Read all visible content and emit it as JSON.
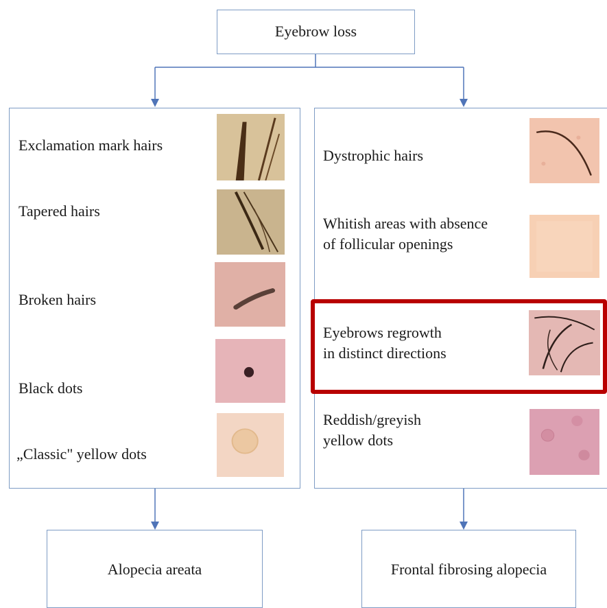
{
  "top": {
    "label": "Eyebrow loss"
  },
  "left_panel": {
    "items": [
      {
        "label": "Exclamation mark hairs",
        "thumb": "exclamation-mark-hair-photo"
      },
      {
        "label": "Tapered hairs",
        "thumb": "tapered-hair-photo"
      },
      {
        "label": "Broken hairs",
        "thumb": "broken-hair-photo"
      },
      {
        "label": "Black dots",
        "thumb": "black-dot-photo"
      },
      {
        "label": "„Classic\" yellow dots",
        "thumb": "yellow-dot-photo"
      }
    ]
  },
  "right_panel": {
    "items": [
      {
        "label": "Dystrophic hairs",
        "thumb": "dystrophic-hair-photo"
      },
      {
        "label_lines": [
          "Whitish areas with absence",
          "of follicular openings"
        ],
        "thumb": "whitish-area-photo"
      },
      {
        "label_lines": [
          "Eyebrows regrowth",
          "in distinct directions"
        ],
        "thumb": "regrowth-photo",
        "highlighted": true
      },
      {
        "label_lines": [
          "Reddish/greyish",
          "yellow dots"
        ],
        "thumb": "reddish-dot-photo"
      }
    ]
  },
  "outcomes": {
    "left": "Alopecia areata",
    "right": "Frontal fibrosing alopecia"
  },
  "colors": {
    "box_border": "#7d9bc4",
    "arrow": "#4f74b8",
    "highlight": "#b80000"
  }
}
